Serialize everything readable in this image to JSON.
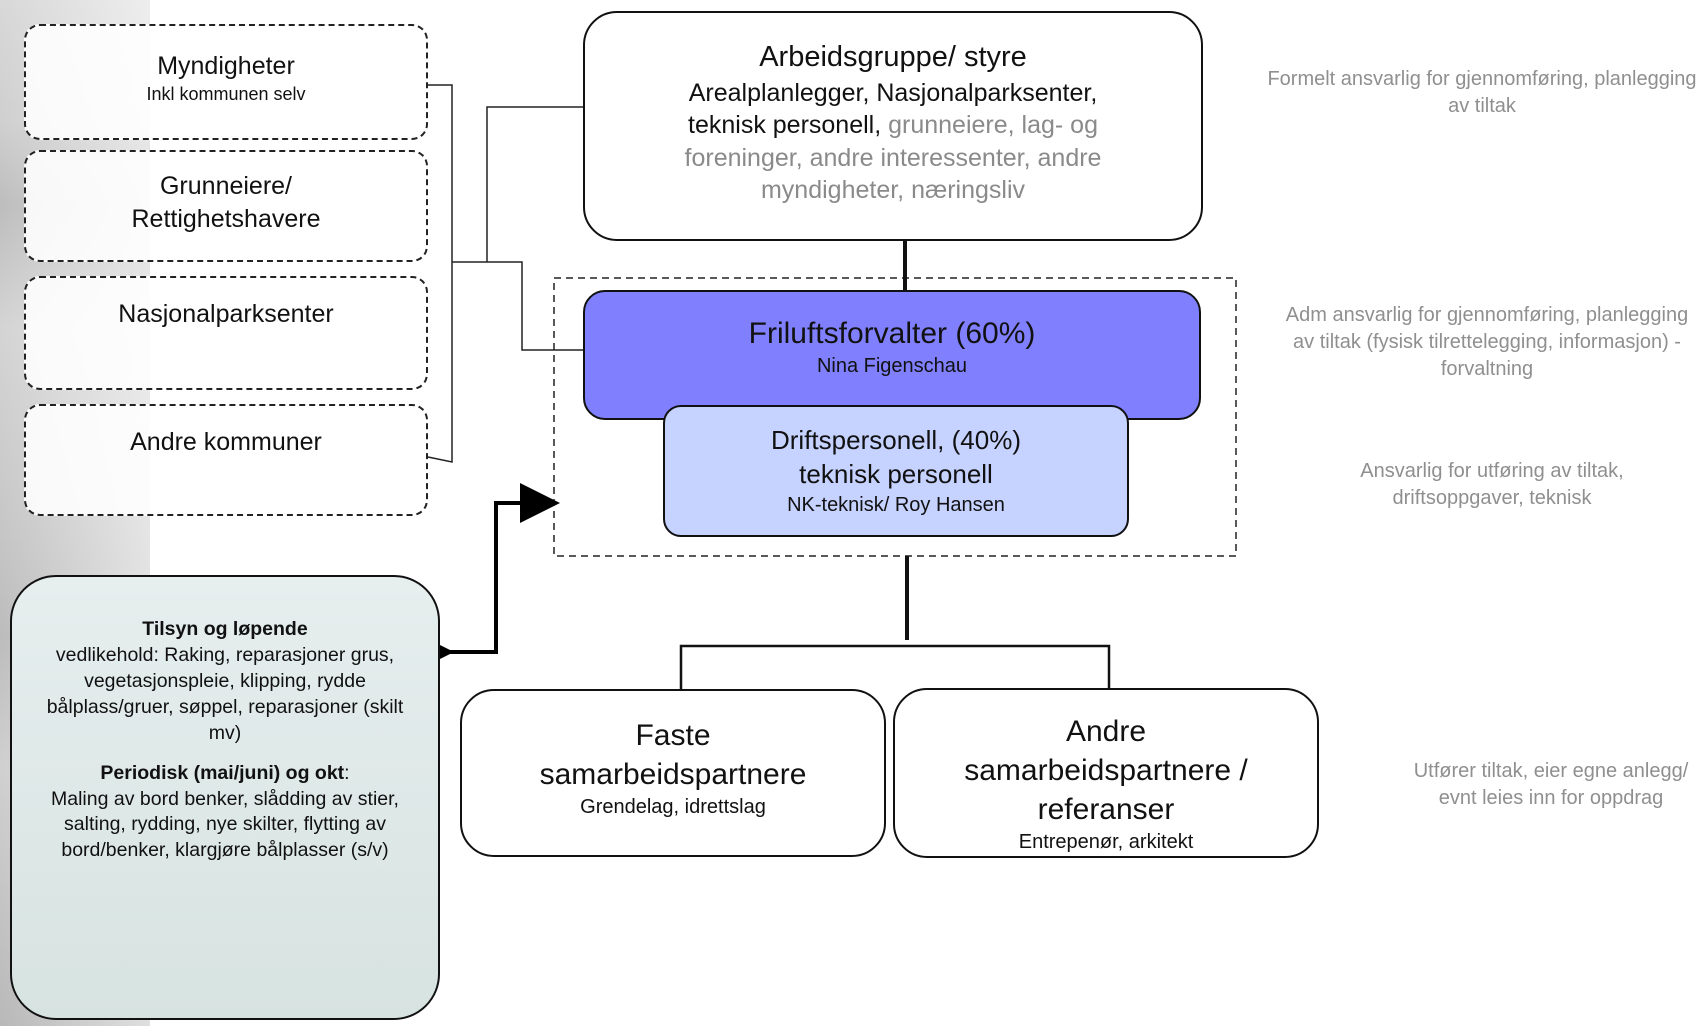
{
  "stakeholders": {
    "myndigheter": {
      "title": "Myndigheter",
      "sub": "Inkl kommunen selv"
    },
    "grunneiere": {
      "line1": "Grunneiere/",
      "line2": "Rettighetshavere"
    },
    "nasjonalparksenter": {
      "title": "Nasjonalparksenter"
    },
    "andre_kommuner": {
      "title": "Andre kommuner"
    }
  },
  "arbeidsgruppe": {
    "title": "Arbeidsgruppe/ styre",
    "line1": "Arealplanlegger, Nasjonalparksenter,",
    "line2_dark": "teknisk personell,",
    "line2_grey": " grunneiere, lag- og",
    "line3_grey": "foreninger, andre interessenter, andre",
    "line4_grey": "myndigheter, næringsliv"
  },
  "friluftsforvalter": {
    "title": "Friluftsforvalter (60%)",
    "sub": "Nina Figenschau"
  },
  "driftspersonell": {
    "line1": "Driftspersonell, (40%)",
    "line2": "teknisk personell",
    "sub": "NK-teknisk/ Roy Hansen"
  },
  "faste": {
    "line1": "Faste",
    "line2": "samarbeidspartnere",
    "sub": "Grendelag, idrettslag"
  },
  "andre": {
    "line1": "Andre",
    "line2": "samarbeidspartnere /",
    "line3": "referanser",
    "sub": "Entrepenør, arkitekt"
  },
  "tilsyn": {
    "heading1": "Tilsyn og løpende",
    "text1": "vedlikehold: Raking, reparasjoner grus, vegetasjonspleie, klipping, rydde bålplass/gruer, søppel, reparasjoner (skilt mv)",
    "heading2": "Periodisk (mai/juni) og okt",
    "colon": ":",
    "text2": "Maling av bord benker, slådding av stier, salting, rydding, nye skilter, flytting av bord/benker, klargjøre bålplasser (s/v)"
  },
  "notes": {
    "formelt": "Formelt ansvarlig for gjennomføring, planlegging av tiltak",
    "adm": "Adm ansvarlig for gjennomføring, planlegging av tiltak (fysisk tilrettelegging, informasjon) - forvaltning",
    "utforing": "Ansvarlig for utføring av tiltak, driftsoppgaver, teknisk",
    "utforer": "Utfører tiltak, eier egne anlegg/ evnt leies inn for oppdrag"
  },
  "colors": {
    "friluftsforvalter_fill": "#8080ff",
    "driftspersonell_fill": "#c6d2ff",
    "note_text": "#8f8f8f",
    "grey_text": "#8a8a8a"
  }
}
